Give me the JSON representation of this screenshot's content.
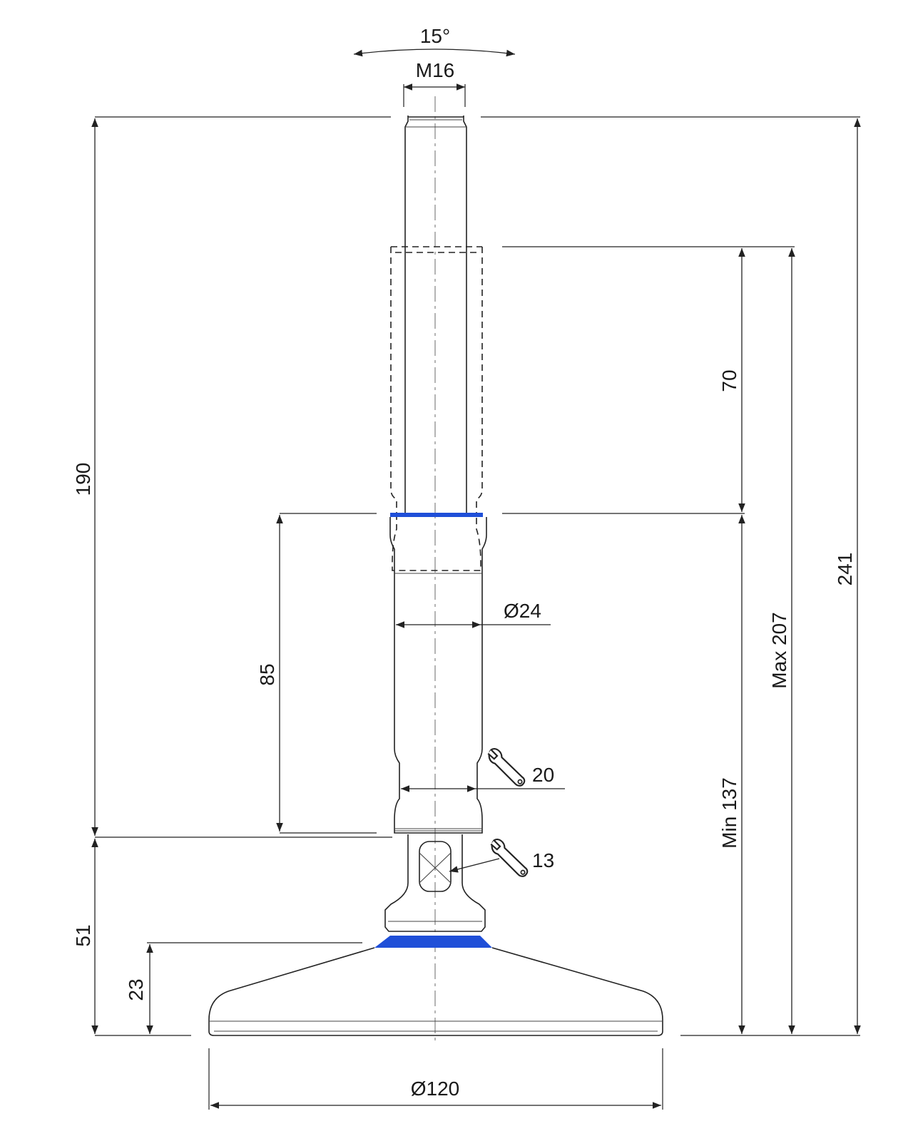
{
  "dimensions": {
    "tilt_angle": "15°",
    "thread": "M16",
    "overall_height_190": "190",
    "overall_height_241": "241",
    "adjust_travel": "70",
    "max_height": "Max 207",
    "min_height": "Min 137",
    "body_length": "85",
    "body_diameter": "Ø24",
    "wrench_size_body": "20",
    "wrench_size_hex": "13",
    "base_height": "51",
    "pad_height": "23",
    "base_diameter": "Ø120"
  },
  "colors": {
    "line": "#222222",
    "accent_blue": "#1f4fd8"
  },
  "icons": [
    "wrench-icon",
    "wrench-icon"
  ]
}
